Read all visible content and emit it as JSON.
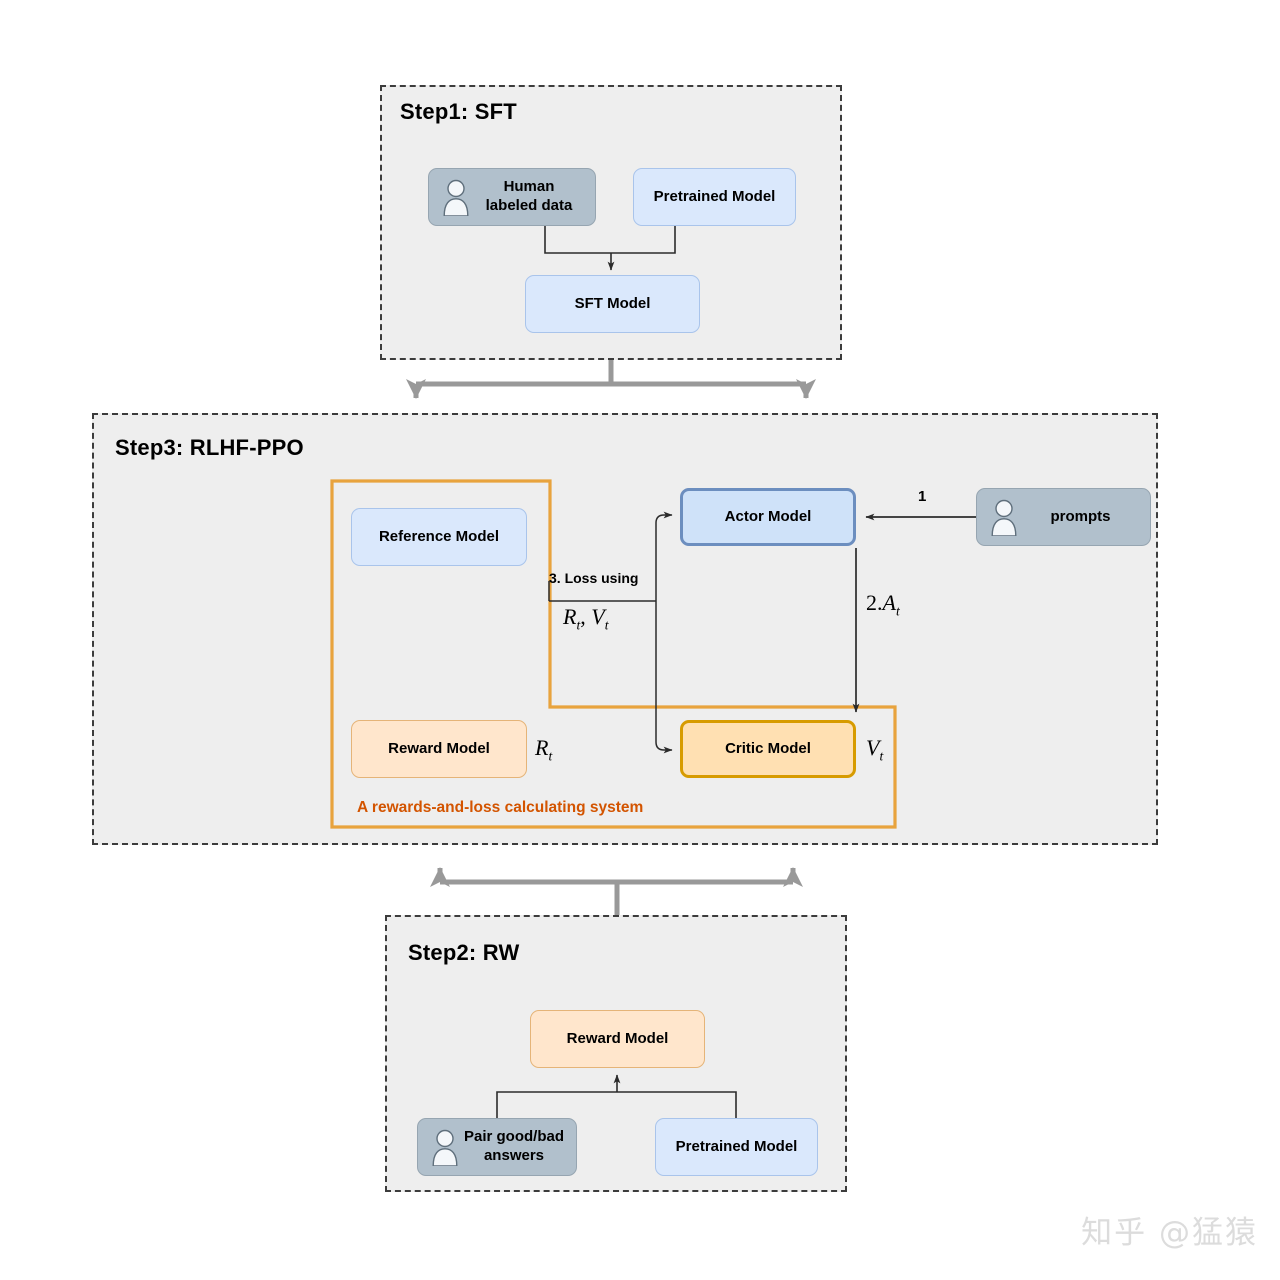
{
  "diagram": {
    "title_hidden": "",
    "steps": [
      {
        "id": "step1",
        "title": "Step1: SFT",
        "nodes": [
          {
            "name": "human-labeled-data",
            "label": "Human\nlabeled data",
            "style": "gray",
            "icon": "person-icon"
          },
          {
            "name": "pretrained-model",
            "label": "Pretrained Model",
            "style": "blue",
            "icon": ""
          },
          {
            "name": "sft-model",
            "label": "SFT Model",
            "style": "blue",
            "icon": ""
          }
        ]
      },
      {
        "id": "step3",
        "title": "Step3: RLHF-PPO",
        "nodes": [
          {
            "name": "reference-model",
            "label": "Reference Model",
            "style": "blue",
            "icon": ""
          },
          {
            "name": "reward-model",
            "label": "Reward Model",
            "style": "orange",
            "icon": ""
          },
          {
            "name": "actor-model",
            "label": "Actor Model",
            "style": "blue-strong",
            "icon": ""
          },
          {
            "name": "critic-model",
            "label": "Critic Model",
            "style": "orange-strong",
            "icon": ""
          },
          {
            "name": "prompts",
            "label": "prompts",
            "style": "gray",
            "icon": "person-icon"
          }
        ],
        "group_caption": "A rewards-and-loss calculating system",
        "group_color": "#e8a33d",
        "edge_labels": {
          "prompts_to_actor": "1",
          "loss_using": "3. Loss using",
          "loss_vars_R": "R",
          "loss_vars_sub_t": "t",
          "loss_vars_V": "V",
          "advantage_prefix": "2.",
          "advantage_A": "A",
          "reward_value_R": "R",
          "critic_value_V": "V",
          "subscript_t": "t"
        }
      },
      {
        "id": "step2",
        "title": "Step2: RW",
        "nodes": [
          {
            "name": "reward-model",
            "label": "Reward Model",
            "style": "orange",
            "icon": ""
          },
          {
            "name": "pair-answers",
            "label": "Pair good/bad\nanswers",
            "style": "gray",
            "icon": "person-icon"
          },
          {
            "name": "pretrained-model",
            "label": "Pretrained Model",
            "style": "blue",
            "icon": ""
          }
        ]
      }
    ],
    "colors": {
      "container_fill": "#eeeeee",
      "container_border": "#3c3c3c",
      "blue_fill": "#dae8fc",
      "blue_border": "#a9c4eb",
      "blue_strong_border": "#6c8ebf",
      "gray_fill": "#b1c0cc",
      "orange_fill": "#ffe6cc",
      "orange_strong_border": "#d79b00",
      "group_border": "#e8a33d",
      "group_caption": "#d35400",
      "connector_gray": "#999999",
      "connector_black": "#2b2b2b"
    },
    "watermark": "知乎 @猛猿"
  }
}
